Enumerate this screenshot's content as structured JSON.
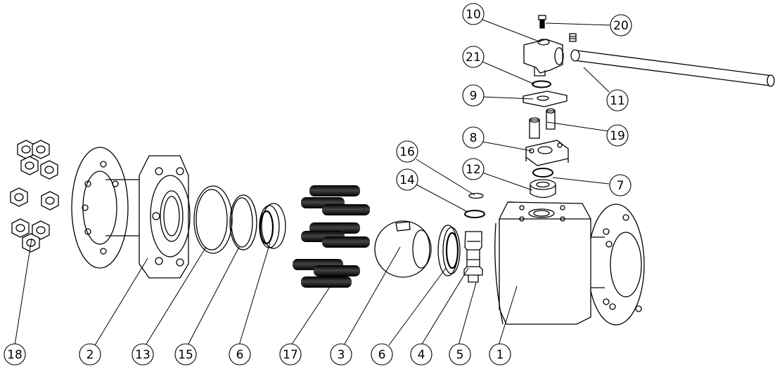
{
  "diagram": {
    "callouts": [
      {
        "id": "c10",
        "label": "10"
      },
      {
        "id": "c20",
        "label": "20"
      },
      {
        "id": "c21",
        "label": "21"
      },
      {
        "id": "c9",
        "label": "9"
      },
      {
        "id": "c11",
        "label": "11"
      },
      {
        "id": "c19",
        "label": "19"
      },
      {
        "id": "c8",
        "label": "8"
      },
      {
        "id": "c12",
        "label": "12"
      },
      {
        "id": "c7",
        "label": "7"
      },
      {
        "id": "c16",
        "label": "16"
      },
      {
        "id": "c14",
        "label": "14"
      },
      {
        "id": "c18",
        "label": "18"
      },
      {
        "id": "c2",
        "label": "2"
      },
      {
        "id": "c13",
        "label": "13"
      },
      {
        "id": "c15",
        "label": "15"
      },
      {
        "id": "c6a",
        "label": "6"
      },
      {
        "id": "c17",
        "label": "17"
      },
      {
        "id": "c3",
        "label": "3"
      },
      {
        "id": "c6b",
        "label": "6"
      },
      {
        "id": "c4",
        "label": "4"
      },
      {
        "id": "c5",
        "label": "5"
      },
      {
        "id": "c1",
        "label": "1"
      }
    ]
  }
}
